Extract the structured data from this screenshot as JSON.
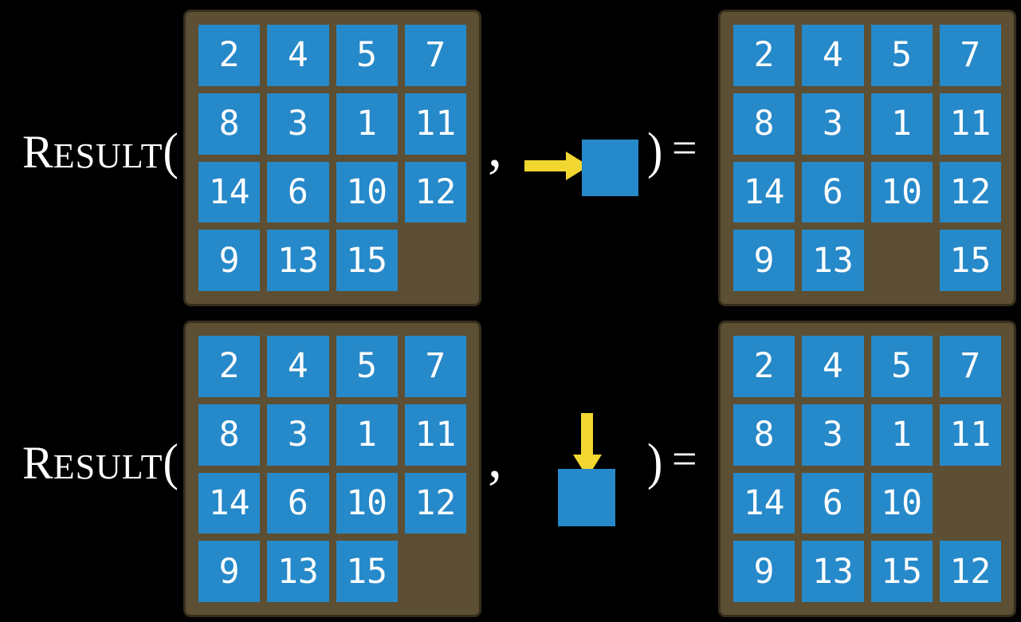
{
  "colors": {
    "background": "#000000",
    "tile_blue": "#2689c9",
    "board_brown": "#5d4f33",
    "arrow_yellow": "#f2d730",
    "text_white": "#ffffff"
  },
  "labels": {
    "result_cap": "R",
    "result_rest": "ESULT",
    "open_paren": "(",
    "comma": ",",
    "close_paren": ")",
    "equals": "="
  },
  "rows": [
    {
      "action": "slide-blank-tile-right",
      "input_grid": [
        [
          "2",
          "4",
          "5",
          "7"
        ],
        [
          "8",
          "3",
          "1",
          "11"
        ],
        [
          "14",
          "6",
          "10",
          "12"
        ],
        [
          "9",
          "13",
          "15",
          ""
        ]
      ],
      "output_grid": [
        [
          "2",
          "4",
          "5",
          "7"
        ],
        [
          "8",
          "3",
          "1",
          "11"
        ],
        [
          "14",
          "6",
          "10",
          "12"
        ],
        [
          "9",
          "13",
          "",
          "15"
        ]
      ]
    },
    {
      "action": "slide-blank-tile-down",
      "input_grid": [
        [
          "2",
          "4",
          "5",
          "7"
        ],
        [
          "8",
          "3",
          "1",
          "11"
        ],
        [
          "14",
          "6",
          "10",
          "12"
        ],
        [
          "9",
          "13",
          "15",
          ""
        ]
      ],
      "output_grid": [
        [
          "2",
          "4",
          "5",
          "7"
        ],
        [
          "8",
          "3",
          "1",
          "11"
        ],
        [
          "14",
          "6",
          "10",
          ""
        ],
        [
          "9",
          "13",
          "15",
          "12"
        ]
      ]
    }
  ]
}
